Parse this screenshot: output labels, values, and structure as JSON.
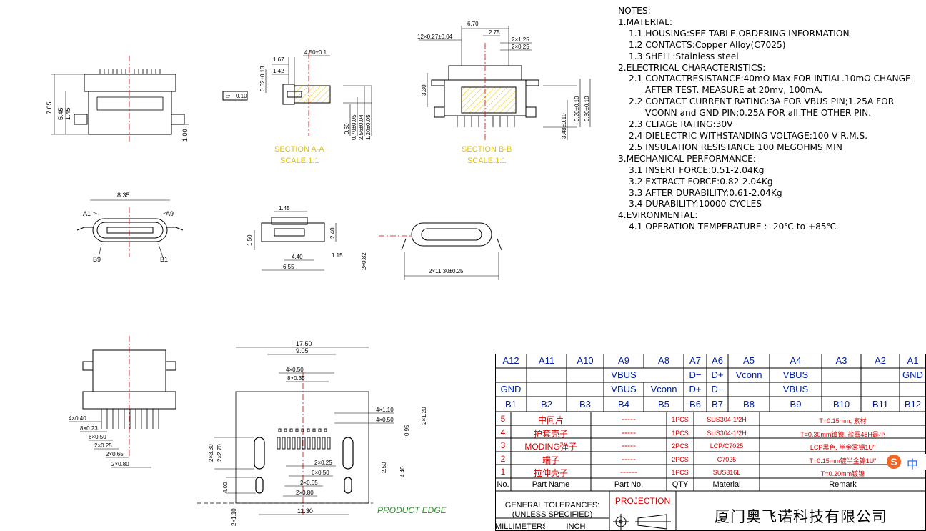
{
  "notes": {
    "title": "NOTES:",
    "sections": [
      {
        "heading": "1.MATERIAL:",
        "items": [
          {
            "text": "1.1 HOUSING:SEE TABLE ORDERING INFORMATION"
          },
          {
            "text": "1.2 CONTACTS:Copper Alloy(C7025)"
          },
          {
            "text": "1.3 SHELL:Stainless steel"
          }
        ]
      },
      {
        "heading": "2.ELECTRICAL CHARACTERISTICS:",
        "items": [
          {
            "text": "2.1 CONTACTRESISTANCE:40mΩ Max FOR INTIAL.10mΩ CHANGE",
            "cont": "AFTER TEST. MEASURE at 20mv, 100mA."
          },
          {
            "text": "2.2 CONTACT CURRENT RATING:3A FOR VBUS PIN;1.25A FOR",
            "cont": "VCONN and GND PIN;0.25A FOR all THE OTHER PIN."
          },
          {
            "text": "2.3 CLTAGE RATING:30V"
          },
          {
            "text": "2.4 DIELECTRIC WITHSTANDING VOLTAGE:100 V R.M.S."
          },
          {
            "text": "2.5 INSULATION RESISTANCE 100 MEGOHMS MIN"
          }
        ]
      },
      {
        "heading": "3.MECHANICAL PERFORMANCE:",
        "items": [
          {
            "text": "3.1 INSERT FORCE:0.51-2.04Kg"
          },
          {
            "text": "3.2 EXTRACT FORCE:0.82-2.04Kg"
          },
          {
            "text": "3.3 AFTER DURABILITY:0.61-2.04Kg"
          },
          {
            "text": "3.4 DURABILITY:10000 CYCLES"
          }
        ]
      },
      {
        "heading": "4.EVIRONMENTAL:",
        "items": [
          {
            "text": "4.1 OPERATION TEMPERATURE : -20℃ to +85℃"
          }
        ]
      }
    ]
  },
  "drawing": {
    "section_a": {
      "title": "SECTION A-A",
      "scale": "SCALE:1:1"
    },
    "section_b": {
      "title": "SECTION B-B",
      "scale": "SCALE:1:1"
    },
    "product_edge": "PRODUCT EDGE",
    "labels": {
      "a1": "A1",
      "a9": "A9",
      "b9": "B9",
      "b1": "B1"
    },
    "dims": {
      "d765": "7.65",
      "d545": "5.45",
      "d145": "1.45",
      "d100": "1.00",
      "d167": "1.67",
      "d142": "1.42",
      "d450": "4.50±0.1",
      "d062": "0.62±0.13",
      "flat": "0.10",
      "d060": "0.60",
      "d070": "0.70±0.05",
      "d256": "2.56±0.04",
      "d120": "1.20±0.05",
      "d670": "6.70",
      "d1227": "12×0.27±0.04",
      "d275": "2.75",
      "d2125": "2×1.25",
      "d2025": "2×0.25",
      "d330": "3.30",
      "d020": "0.20±0.10",
      "d030": "0.30±0.10",
      "d348": "3.48±0.10",
      "d835": "8.35",
      "s145": "1.45",
      "s150": "1.50",
      "s240": "2.40",
      "s440": "4.40",
      "s655": "6.55",
      "s115": "1.15",
      "s2082": "2×0.82",
      "s21130": "2×11.30±0.25",
      "d1750": "17.50",
      "d905": "9.05",
      "d4050": "4×0.50",
      "d8035": "8×0.35",
      "d4110": "4×1.10",
      "d4050b": "4×0.50",
      "d095": "0.95",
      "d2120": "2×1.20",
      "d4040": "4×0.40",
      "d8023": "8×0.23",
      "d6050": "6×0.50",
      "d2025b": "2×0.25",
      "d2065": "2×0.65",
      "d2080": "2×0.80",
      "d2330": "2×3.30",
      "d2270": "2×2.70",
      "d2025c": "2×0.25",
      "d6050b": "6×0.50",
      "d2065b": "2×0.65",
      "d2080b": "2×0.80",
      "d250": "2.50",
      "d440": "4.40",
      "d400": "4.00",
      "d1130": "11.30",
      "d2110": "2×1.10"
    }
  },
  "pin_table": {
    "a_row": [
      "A12",
      "A11",
      "A10",
      "A9",
      "A8",
      "A7",
      "A6",
      "A5",
      "A4",
      "A3",
      "A2",
      "A1"
    ],
    "a_sig": [
      "",
      "",
      "",
      "VBUS",
      "",
      "D−",
      "D+",
      "Vconn",
      "VBUS",
      "",
      "",
      "GND"
    ],
    "b_sig": [
      "GND",
      "",
      "",
      "VBUS",
      "Vconn",
      "D+",
      "D−",
      "",
      "VBUS",
      "",
      "",
      ""
    ],
    "b_row": [
      "B1",
      "B2",
      "B3",
      "B4",
      "B5",
      "B6",
      "B7",
      "B8",
      "B9",
      "B10",
      "B11",
      "B12"
    ]
  },
  "bom": {
    "rows": [
      {
        "no": "5",
        "name": "中间片",
        "part_no": "-----",
        "qty": "1PCS",
        "material": "SUS304-1/2H",
        "remark": "T=0.15mm, 素材"
      },
      {
        "no": "4",
        "name": "护套壳子",
        "part_no": "-----",
        "qty": "1PCS",
        "material": "SUS304-1/2H",
        "remark": "T=0.30mm镀镍, 盐雾48H最小"
      },
      {
        "no": "3",
        "name": "MODING弹子",
        "part_no": "-----",
        "qty": "2PCS",
        "material": "LCP/C7025",
        "remark": "LCP黑色, 半金雾锡1U\""
      },
      {
        "no": "2",
        "name": "端子",
        "part_no": "-----",
        "qty": "2PCS",
        "material": "C7025",
        "remark": "T=0.15mm镀半金镍1U\""
      },
      {
        "no": "1",
        "name": "拉伸壳子",
        "part_no": "------",
        "qty": "1PCS",
        "material": "SUS316L",
        "remark": "T=0.20mm镀镍"
      }
    ],
    "header": {
      "no": "No.",
      "name": "Part Name",
      "part_no": "Part No.",
      "qty": "QTY",
      "material": "Material",
      "remark": "Remark"
    }
  },
  "title_block": {
    "tol1": "GENERAL TOLERANCES:",
    "tol2": "(UNLESS SPECIFIED)",
    "mm": "MILLIMETERS",
    "inch": "INCH",
    "projection": "PROJECTION",
    "company": "厦门奥飞诺科技有限公司",
    "badge": "中",
    "badge_s": "S"
  }
}
